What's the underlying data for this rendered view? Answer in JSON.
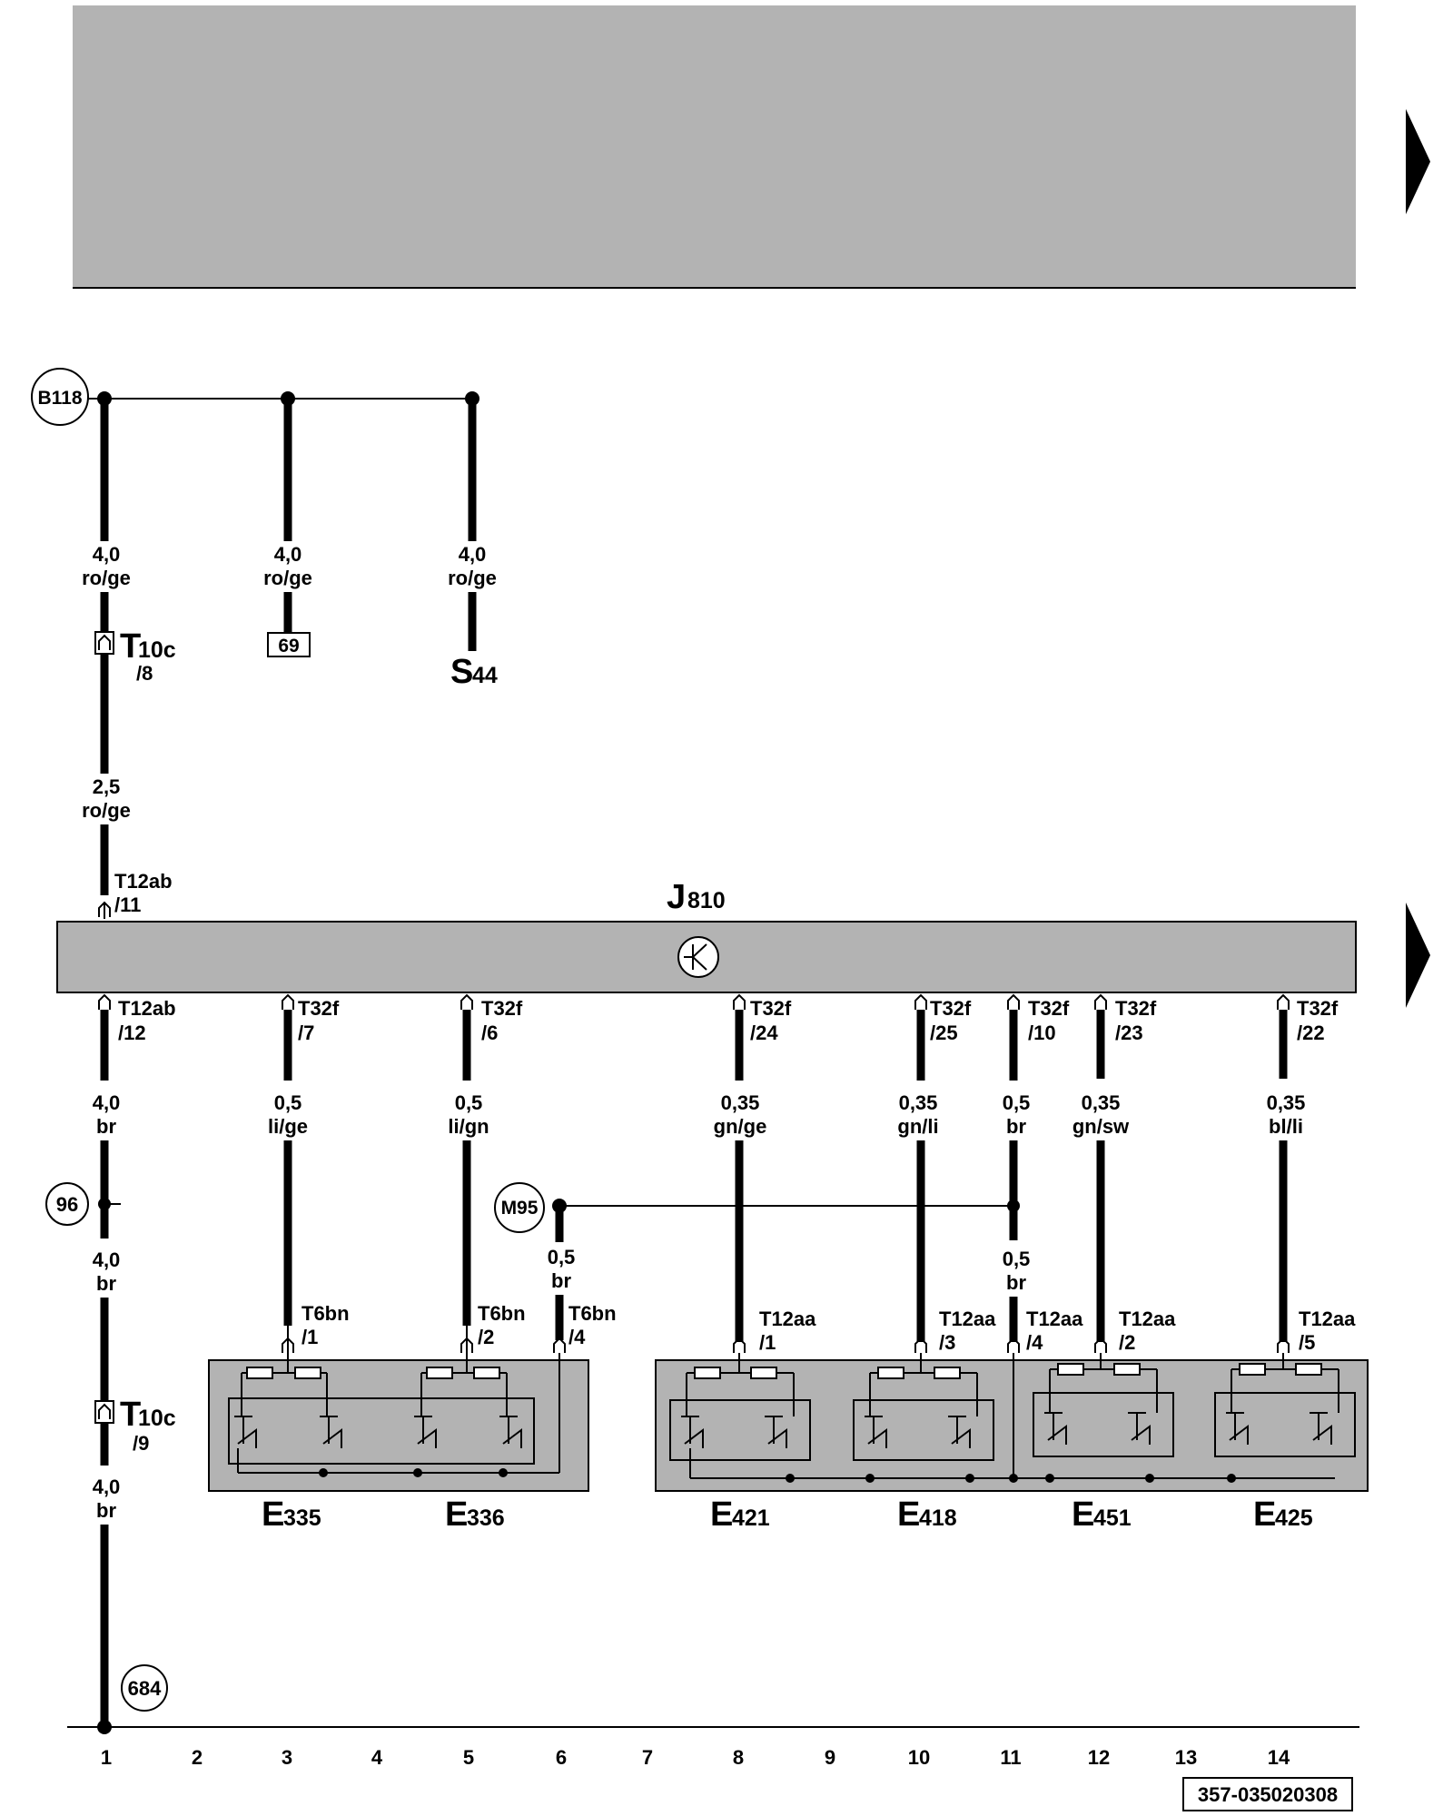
{
  "header": {
    "fill": "#b3b3b3"
  },
  "ground_points": {
    "b118": "B118",
    "m95": "M95",
    "c96": "96",
    "c684": "684"
  },
  "wires": {
    "w1_top": {
      "gauge": "4,0",
      "color": "ro/ge"
    },
    "w3_top": {
      "gauge": "4,0",
      "color": "ro/ge"
    },
    "w5_top": {
      "gauge": "4,0",
      "color": "ro/ge"
    },
    "w1_mid": {
      "gauge": "2,5",
      "color": "ro/ge"
    },
    "w1_low": {
      "gauge": "4,0",
      "color": "br"
    },
    "w1_low2": {
      "gauge": "4,0",
      "color": "br"
    },
    "w1_low3": {
      "gauge": "4,0",
      "color": "br"
    },
    "w3_low": {
      "gauge": "0,5",
      "color": "li/ge"
    },
    "w5_low": {
      "gauge": "0,5",
      "color": "li/gn"
    },
    "w6_low": {
      "gauge": "0,5",
      "color": "br"
    },
    "w8_low": {
      "gauge": "0,35",
      "color": "gn/ge"
    },
    "w10_low": {
      "gauge": "0,35",
      "color": "gn/li"
    },
    "w11_low": {
      "gauge": "0,5",
      "color": "br"
    },
    "w11_low2": {
      "gauge": "0,5",
      "color": "br"
    },
    "w12_low": {
      "gauge": "0,35",
      "color": "gn/sw"
    },
    "w14_low": {
      "gauge": "0,35",
      "color": "bl/li"
    }
  },
  "connectors": {
    "t10c_top": {
      "big": "T",
      "sub": "10c",
      "pin": "/8"
    },
    "t10c_bot": {
      "big": "T",
      "sub": "10c",
      "pin": "/9"
    },
    "t12ab_11": {
      "name": "T12ab",
      "pin": "/11"
    },
    "t12ab_12": {
      "name": "T12ab",
      "pin": "/12"
    },
    "t32f_7": {
      "name": "T32f",
      "pin": "/7"
    },
    "t32f_6": {
      "name": "T32f",
      "pin": "/6"
    },
    "t32f_24": {
      "name": "T32f",
      "pin": "/24"
    },
    "t32f_25": {
      "name": "T32f",
      "pin": "/25"
    },
    "t32f_10": {
      "name": "T32f",
      "pin": "/10"
    },
    "t32f_23": {
      "name": "T32f",
      "pin": "/23"
    },
    "t32f_22": {
      "name": "T32f",
      "pin": "/22"
    },
    "t6bn_1": {
      "name": "T6bn",
      "pin": "/1"
    },
    "t6bn_2": {
      "name": "T6bn",
      "pin": "/2"
    },
    "t6bn_4": {
      "name": "T6bn",
      "pin": "/4"
    },
    "t12aa_1": {
      "name": "T12aa",
      "pin": "/1"
    },
    "t12aa_3": {
      "name": "T12aa",
      "pin": "/3"
    },
    "t12aa_4": {
      "name": "T12aa",
      "pin": "/4"
    },
    "t12aa_2": {
      "name": "T12aa",
      "pin": "/2"
    },
    "t12aa_5": {
      "name": "T12aa",
      "pin": "/5"
    }
  },
  "components": {
    "j810": {
      "big": "J",
      "sub": "810"
    },
    "s44": {
      "big": "S",
      "sub": "44"
    },
    "ref69": "69",
    "e335": {
      "big": "E",
      "sub": "335"
    },
    "e336": {
      "big": "E",
      "sub": "336"
    },
    "e421": {
      "big": "E",
      "sub": "421"
    },
    "e418": {
      "big": "E",
      "sub": "418"
    },
    "e451": {
      "big": "E",
      "sub": "451"
    },
    "e425": {
      "big": "E",
      "sub": "425"
    }
  },
  "tracks": [
    "1",
    "2",
    "3",
    "4",
    "5",
    "6",
    "7",
    "8",
    "9",
    "10",
    "11",
    "12",
    "13",
    "14"
  ],
  "document_number": "357-035020308"
}
